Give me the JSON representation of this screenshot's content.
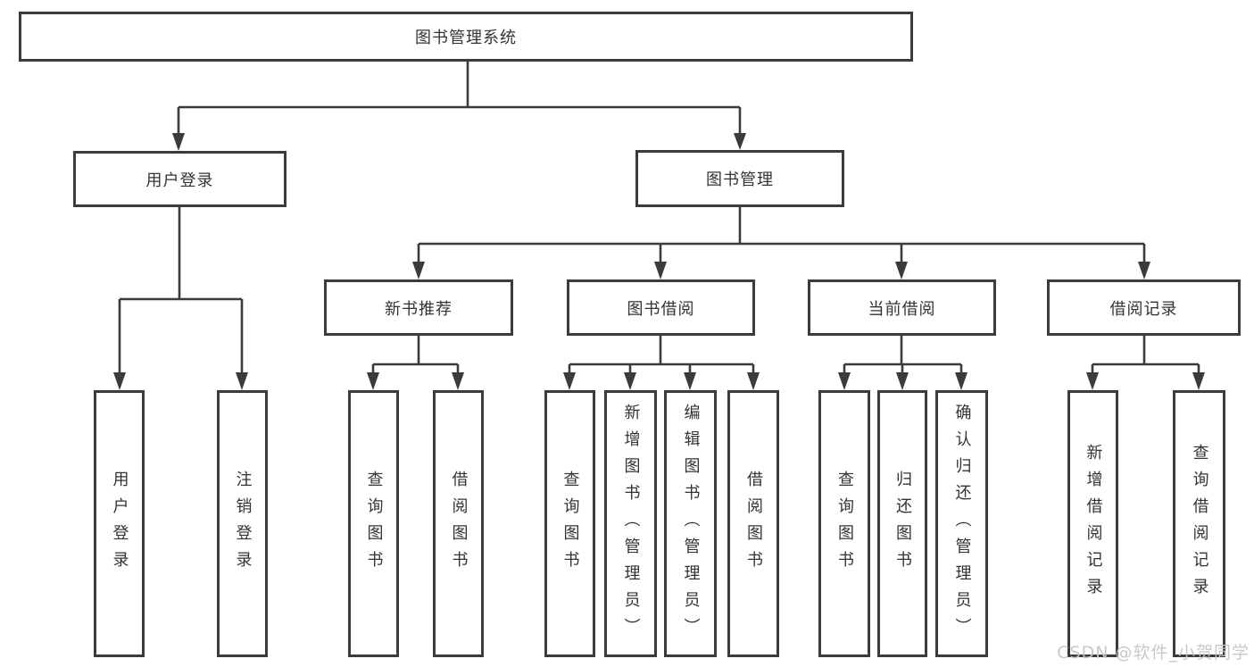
{
  "diagram_type": "tree",
  "tree": {
    "label": "图书管理系统",
    "children": [
      {
        "label": "用户登录",
        "children": [
          {
            "label": "用户登录"
          },
          {
            "label": "注销登录"
          }
        ]
      },
      {
        "label": "图书管理",
        "children": [
          {
            "label": "新书推荐",
            "children": [
              {
                "label": "查询图书"
              },
              {
                "label": "借阅图书"
              }
            ]
          },
          {
            "label": "图书借阅",
            "children": [
              {
                "label": "查询图书"
              },
              {
                "label": "新增图书（管理员）"
              },
              {
                "label": "编辑图书（管理员）"
              },
              {
                "label": "借阅图书"
              }
            ]
          },
          {
            "label": "当前借阅",
            "children": [
              {
                "label": "查询图书"
              },
              {
                "label": "归还图书"
              },
              {
                "label": "确认归还（管理员）"
              }
            ]
          },
          {
            "label": "借阅记录",
            "children": [
              {
                "label": "新增借阅记录"
              },
              {
                "label": "查询借阅记录"
              }
            ]
          }
        ]
      }
    ]
  },
  "watermark": "CSDN @软件_小贺同学",
  "colors": {
    "line": "#3b3b3b",
    "text": "#333333",
    "background": "#ffffff",
    "watermark": "#c6c6c6"
  }
}
